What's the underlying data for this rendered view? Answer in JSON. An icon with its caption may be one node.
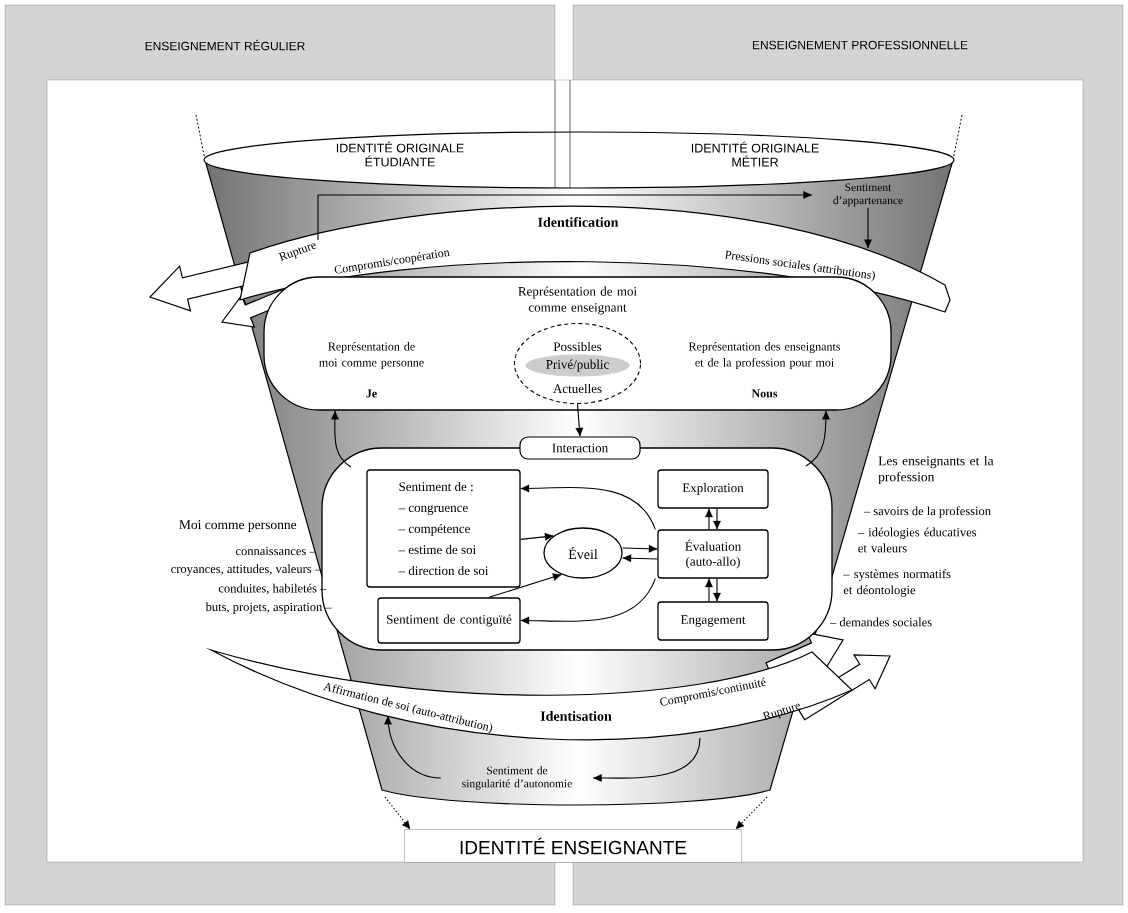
{
  "diagram": {
    "nodes": [
      {
        "text": [],
        "shape": "funnel"
      },
      {
        "text": [
          "IDENTITÉ ORIGINALE ÉTUDIANTE",
          "IDENTITÉ ORIGINALE MÉTIER"
        ]
      },
      {
        "text": [
          "Sentiment d’appartenance"
        ],
        "in": 0
      },
      {
        "text": [
          "Identification",
          "Rupture",
          "Compromis/coopération",
          "Pressions sociales (attributions)"
        ],
        "in": 0
      },
      {
        "text": [
          "Représentation de moi comme enseignant",
          "Représentation de moi comme personne",
          "Je",
          "Représentation des enseignants et de la profession pour moi",
          "Nous"
        ],
        "in": 0
      },
      {
        "text": [
          "Possibles",
          "Privé/public",
          "Actuelles"
        ],
        "in": 4
      },
      {
        "text": [
          "Interaction"
        ],
        "in": 0
      },
      {
        "text": [
          "Sentiment de :",
          "– congruence",
          "– compétence",
          "– estime de soi",
          "– direction de soi"
        ],
        "in": 6
      },
      {
        "text": [
          "Exploration"
        ],
        "in": 6
      },
      {
        "text": [
          "Éveil"
        ],
        "in": 6
      },
      {
        "text": [
          "Évaluation (auto-allo)"
        ],
        "in": 6
      },
      {
        "text": [
          "Sentiment de contiguïté"
        ],
        "in": 6
      },
      {
        "text": [
          "Engagement"
        ],
        "in": 6
      },
      {
        "text": [
          "Identisation",
          "Affirmation de soi (auto-attribution)",
          "Compromis/continuité",
          "Rupture"
        ],
        "in": 0
      },
      {
        "text": [
          "Sentiment de singularité d’autonomie"
        ],
        "in": 0
      },
      {
        "text": [
          "IDENTITÉ ENSEIGNANTE"
        ]
      }
    ],
    "edges": [
      {
        "from": 3,
        "to": 2,
        "arrow": "to"
      },
      {
        "from": 2,
        "to": 3,
        "arrow": "to"
      },
      {
        "from": 5,
        "to": 6,
        "arrow": "to"
      },
      {
        "from": 6,
        "to": 4,
        "arrow": "to"
      },
      {
        "from": 6,
        "to": 4,
        "arrow": "to"
      },
      {
        "from": 7,
        "to": 9,
        "arrow": "to"
      },
      {
        "from": 11,
        "to": 9,
        "arrow": "to"
      },
      {
        "from": 9,
        "to": 10,
        "arrow": "to"
      },
      {
        "from": 10,
        "to": 9,
        "arrow": "to"
      },
      {
        "from": 10,
        "to": 7,
        "arrow": "to"
      },
      {
        "from": 10,
        "to": 11,
        "arrow": "to"
      },
      {
        "from": 10,
        "to": 8,
        "arrow": "to"
      },
      {
        "from": 8,
        "to": 10,
        "arrow": "to"
      },
      {
        "from": 12,
        "to": 10,
        "arrow": "to"
      },
      {
        "from": 10,
        "to": 12,
        "arrow": "to"
      },
      {
        "from": 13,
        "to": 14,
        "arrow": "to"
      },
      {
        "from": 14,
        "to": 13,
        "arrow": "to"
      },
      {
        "from": 0,
        "to": 15,
        "arrow": "to",
        "style": "dashed"
      },
      {
        "from": 0,
        "to": 15,
        "arrow": "to",
        "style": "dashed"
      }
    ],
    "labels": [
      "ENSEIGNEMENT RÉGULIER",
      "ENSEIGNEMENT PROFESSIONNELLE",
      "Moi comme personne",
      "connaissances –",
      "croyances, attitudes, valeurs –",
      "conduites, habiletés –",
      "buts, projets, aspiration –",
      "Les enseignants et la profession",
      "– savoirs de la profession",
      "– idéologies éducatives et valeurs",
      "– systèmes normatifs et déontologie",
      "– demandes sociales"
    ]
  }
}
